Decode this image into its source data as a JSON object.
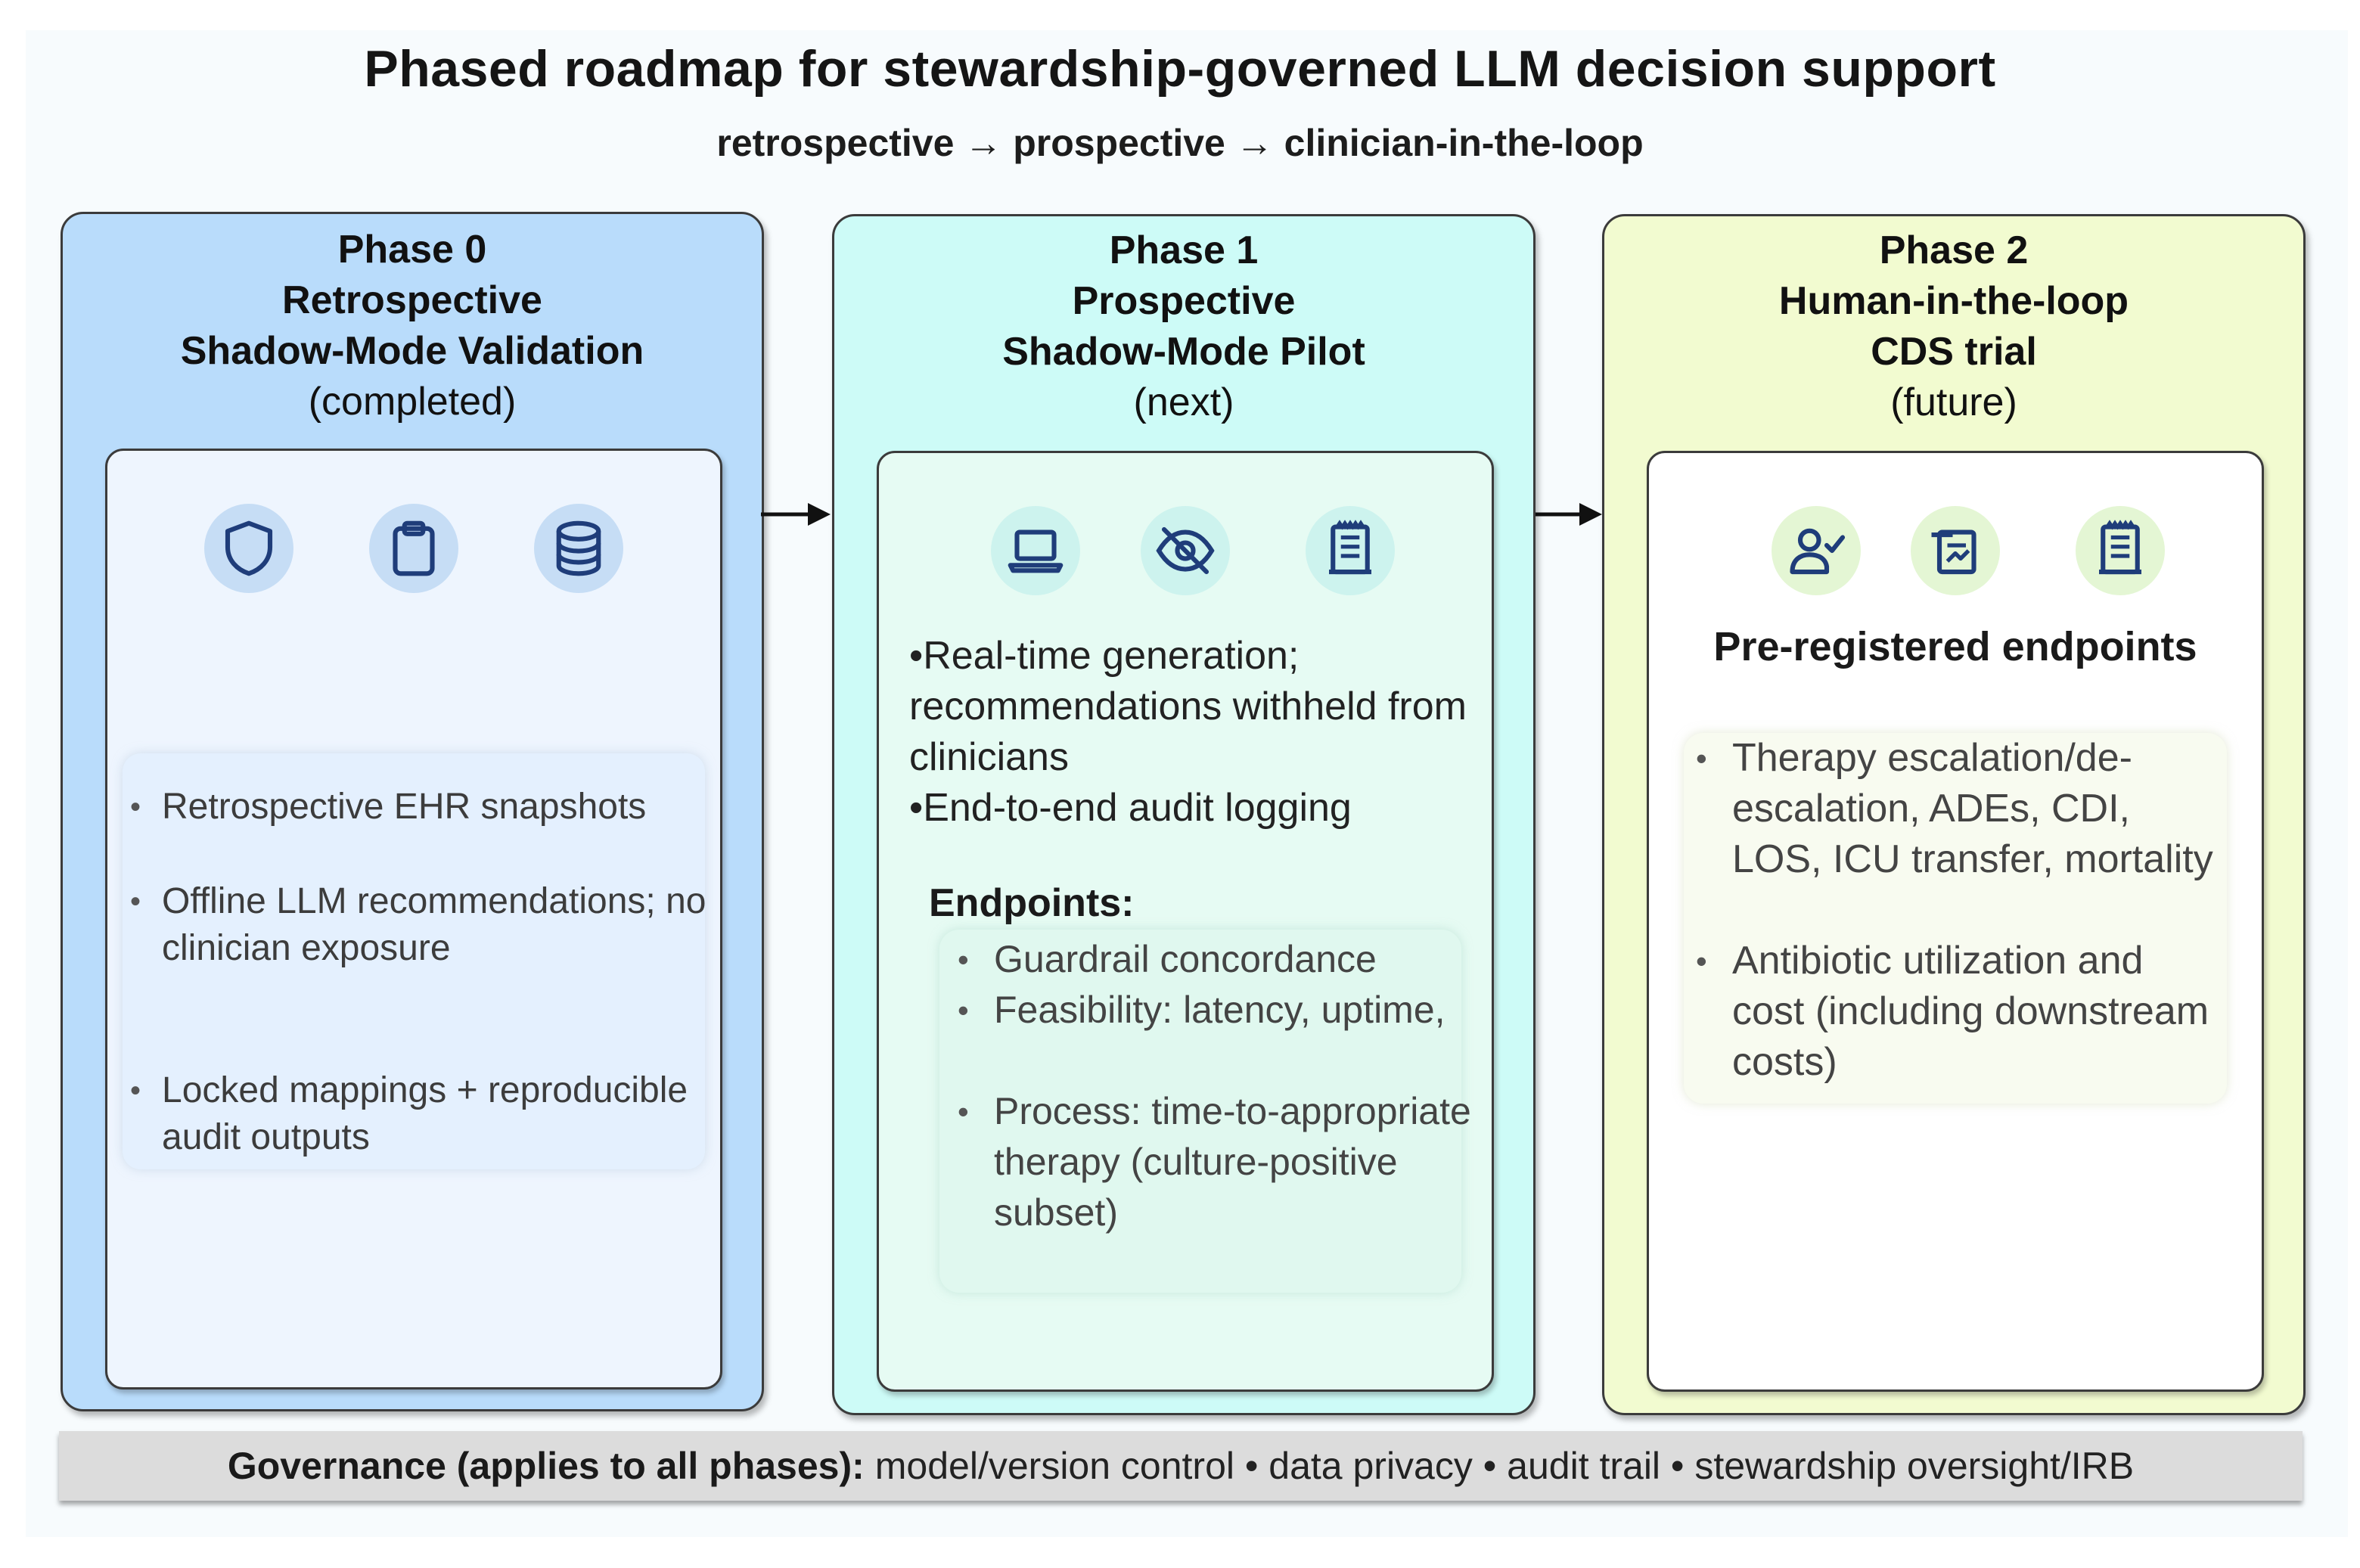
{
  "title": "Phased roadmap for stewardship-governed LLM decision support",
  "subtitle": "retrospective → prospective → clinician-in-the-loop",
  "phases": [
    {
      "label": "Phase 0",
      "name_line1": "Retrospective",
      "name_line2": "Shadow-Mode Validation",
      "status": "(completed)",
      "icons": [
        "shield-icon",
        "clipboard-icon",
        "database-icon"
      ],
      "bullets": [
        "Retrospective EHR snapshots",
        "Offline LLM recommendations; no clinician exposure",
        "Locked mappings + reproducible audit outputs"
      ]
    },
    {
      "label": "Phase 1",
      "name_line1": "Prospective",
      "name_line2": "Shadow-Mode Pilot",
      "status": "(next)",
      "icons": [
        "laptop-icon",
        "eye-off-icon",
        "log-document-icon"
      ],
      "notes": [
        "•Real-time generation; recommendations withheld from clinicians",
        "•End-to-end audit logging"
      ],
      "endpoints_title": "Endpoints:",
      "endpoints": [
        "Guardrail concordance",
        "Feasibility: latency, uptime,",
        "Process: time-to-appropriate therapy (culture-positive subset)"
      ]
    },
    {
      "label": "Phase 2",
      "name_line1": "Human-in-the-loop",
      "name_line2": "CDS trial",
      "status": "(future)",
      "icons": [
        "user-check-icon",
        "signed-document-icon",
        "log-document-icon"
      ],
      "endpoints_title": "Pre-registered endpoints",
      "endpoints": [
        "Therapy escalation/de-escalation, ADEs, CDI, LOS, ICU transfer, mortality",
        "Antibiotic utilization and cost (including downstream costs)"
      ]
    }
  ],
  "governance": {
    "label": "Governance (applies to all phases):",
    "items": "model/version control • data privacy • audit trail • stewardship oversight/IRB"
  },
  "colors": {
    "phase0_fill": "#b9dcfb",
    "phase1_fill": "#cdfbf7",
    "phase2_fill": "#f2fbd0",
    "icon_stroke": "#1f3d7a",
    "governance_fill": "#dcdcdc"
  }
}
